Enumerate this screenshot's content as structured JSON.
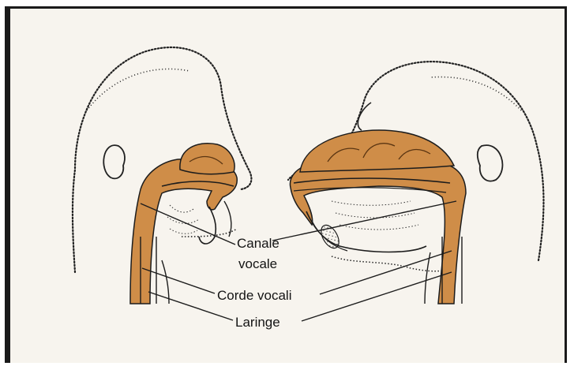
{
  "figure": {
    "labels": {
      "canale_line1": "Canale",
      "canale_line2": "vocale",
      "corde": "Corde vocali",
      "laringe": "Laringe"
    },
    "colors": {
      "tract": "#cf8d48",
      "tract_dark": "#a8692a",
      "line": "#1c1c1c",
      "paper": "#f7f4ee"
    }
  }
}
